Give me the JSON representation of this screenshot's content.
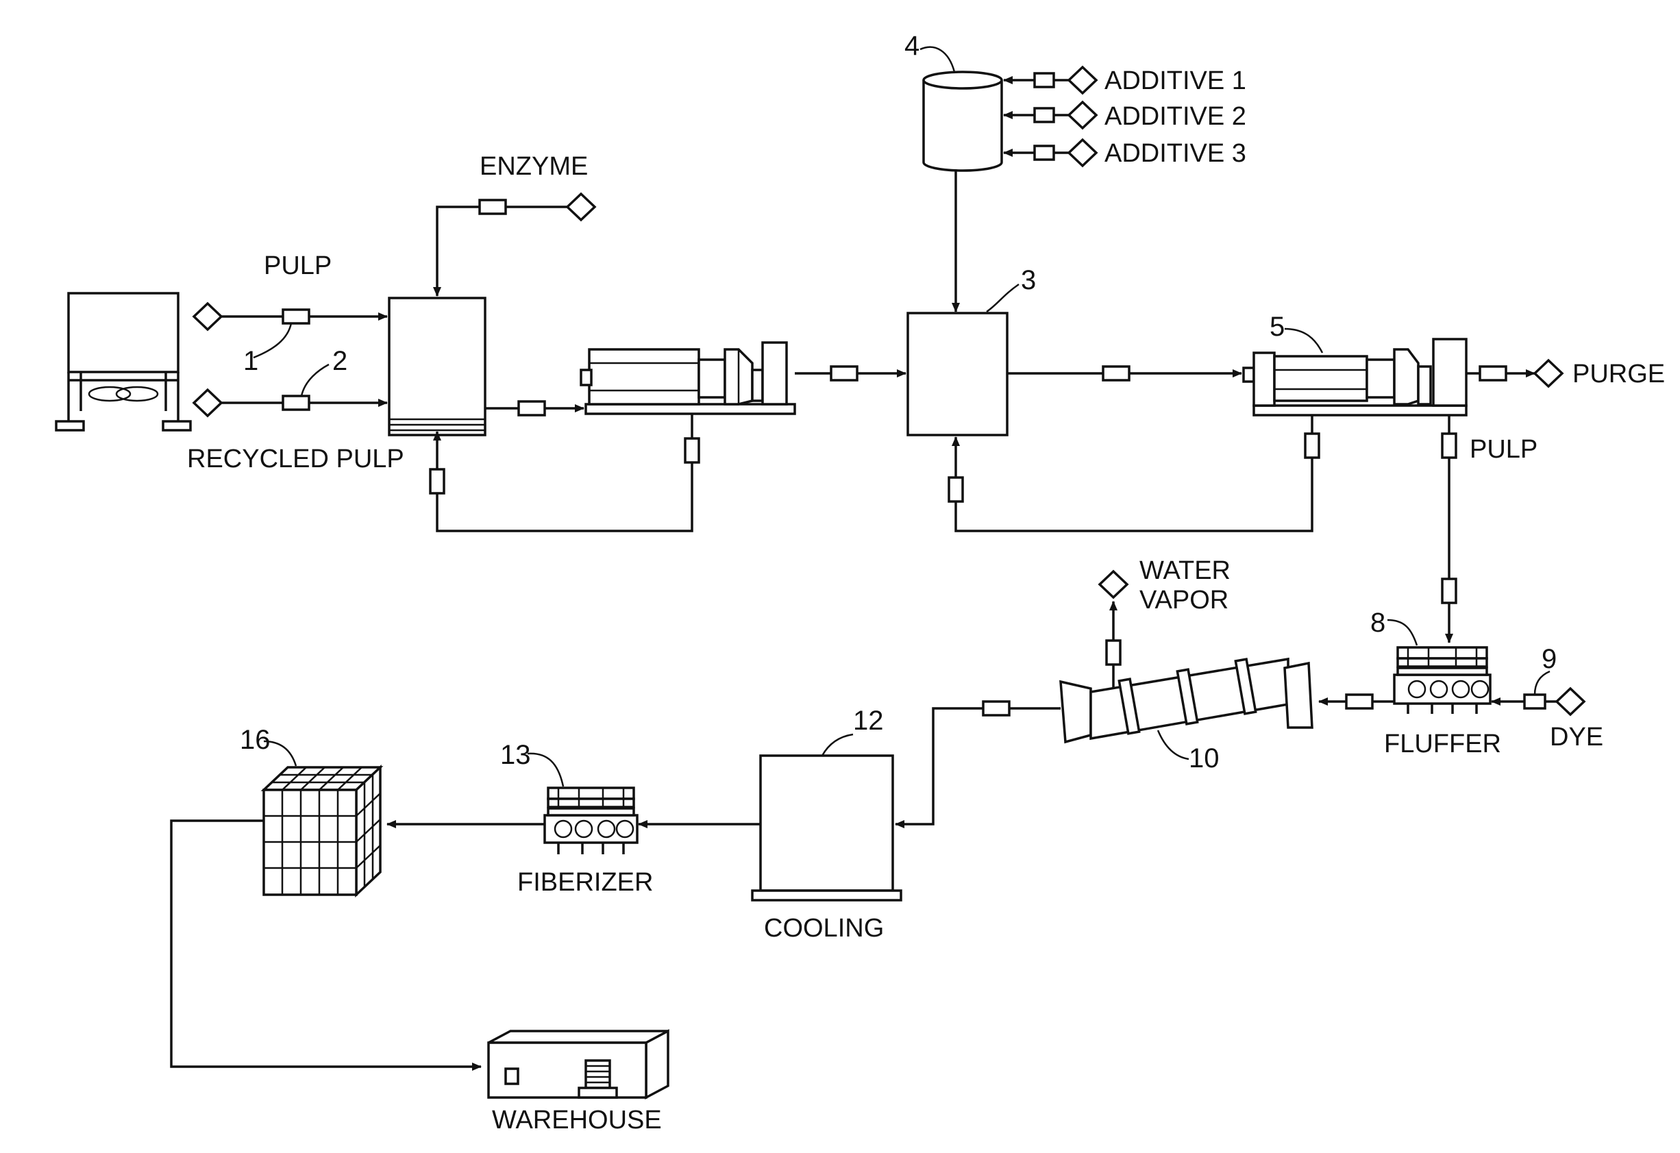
{
  "labels": {
    "pulp_top": "PULP",
    "recycled_pulp": "RECYCLED PULP",
    "enzyme": "ENZYME",
    "additive_1": "ADDITIVE 1",
    "additive_2": "ADDITIVE 2",
    "additive_3": "ADDITIVE 3",
    "purge": "PURGE",
    "pulp_right": "PULP",
    "water": "WATER",
    "vapor": "VAPOR",
    "fluffer": "FLUFFER",
    "dye": "DYE",
    "cooling": "COOLING",
    "fiberizer": "FIBERIZER",
    "warehouse": "WAREHOUSE"
  },
  "reference_numbers": {
    "n1": "1",
    "n2": "2",
    "n3": "3",
    "n4": "4",
    "n5": "5",
    "n8": "8",
    "n9": "9",
    "n10": "10",
    "n12": "12",
    "n13": "13",
    "n16": "16"
  }
}
